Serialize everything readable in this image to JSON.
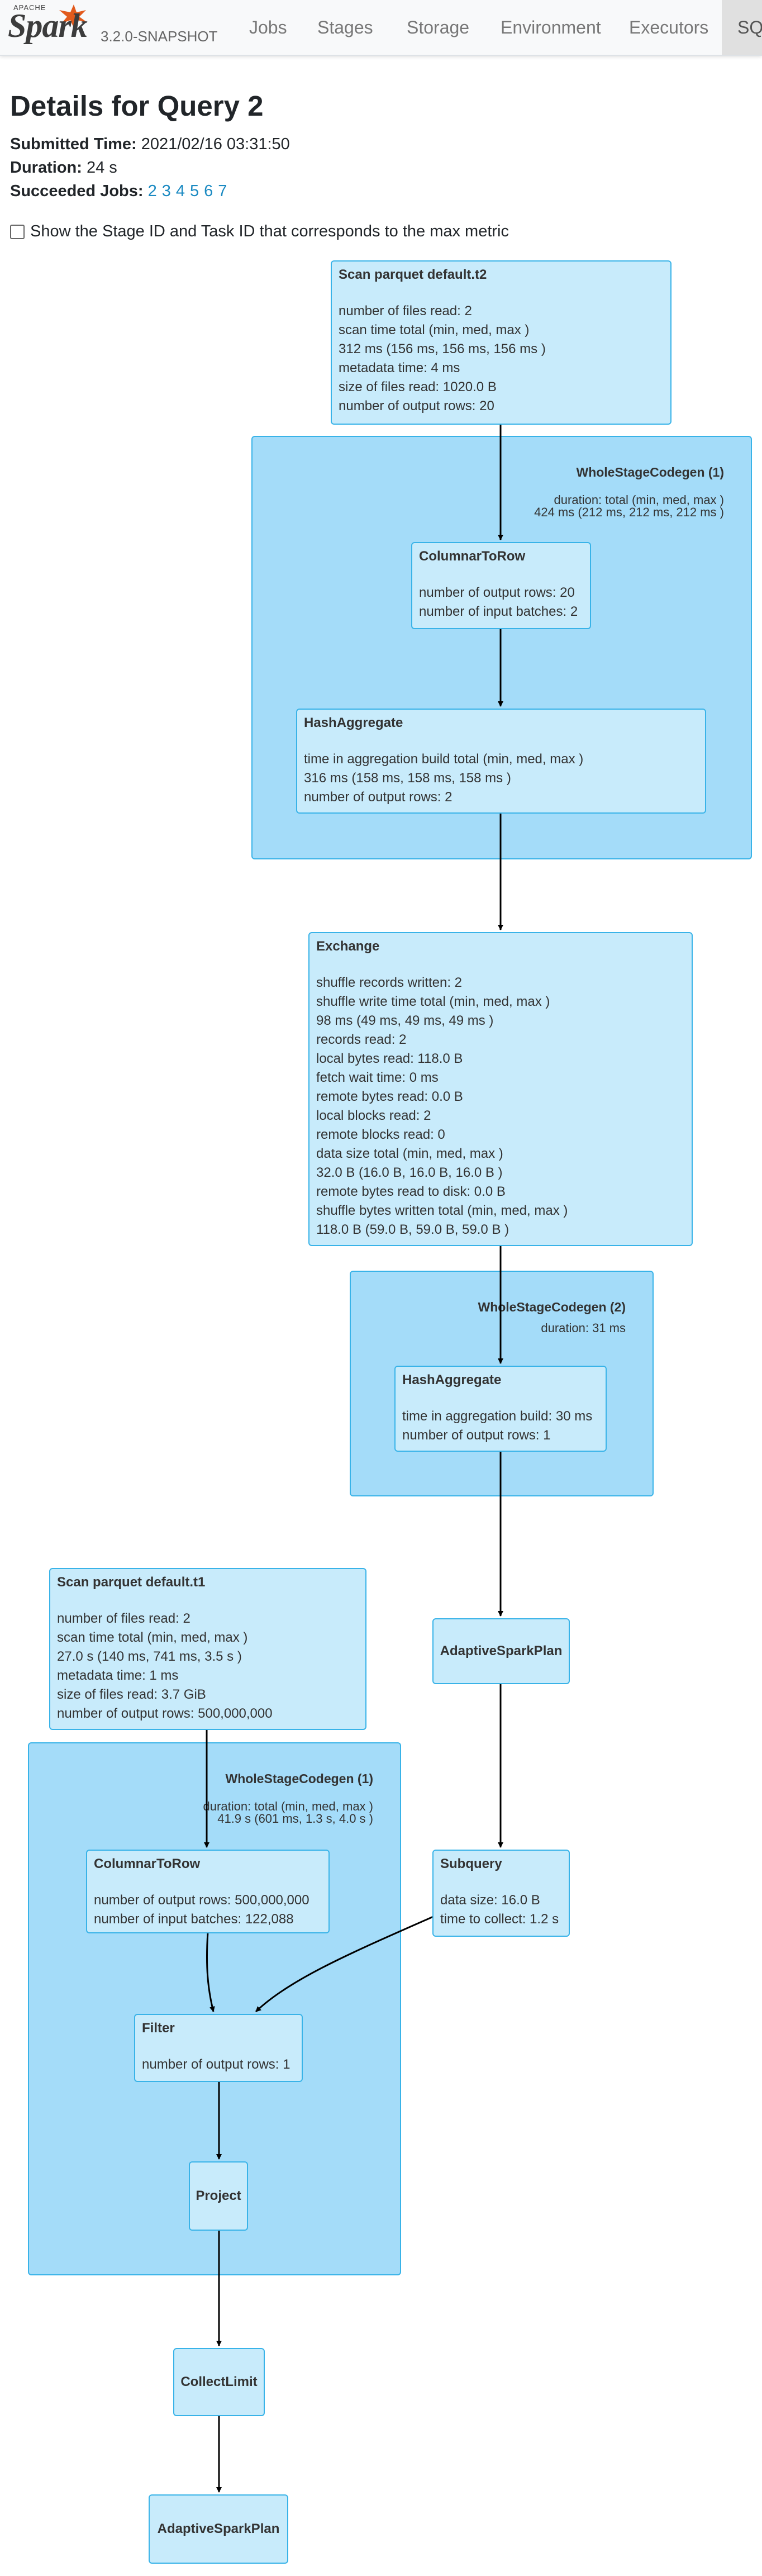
{
  "brand": {
    "apache": "APACHE",
    "name": "Spark",
    "version": "3.2.0-SNAPSHOT"
  },
  "nav": {
    "tabs": [
      "Jobs",
      "Stages",
      "Storage",
      "Environment",
      "Executors",
      "SQ"
    ]
  },
  "page": {
    "title": "Details for Query 2",
    "submitted_label": "Submitted Time:",
    "submitted_value": "2021/02/16 03:31:50",
    "duration_label": "Duration:",
    "duration_value": "24 s",
    "jobs_label": "Succeeded Jobs:",
    "jobs": [
      "2",
      "3",
      "4",
      "5",
      "6",
      "7"
    ],
    "checkbox_label": "Show the Stage ID and Task ID that corresponds to the max metric"
  },
  "clusters": [
    {
      "title": "WholeStageCodegen (1)",
      "metric": [
        "duration: total (min, med, max )",
        "424 ms (212 ms, 212 ms, 212 ms )"
      ]
    },
    {
      "title": "WholeStageCodegen (2)",
      "metric": [
        "duration: 31 ms"
      ]
    },
    {
      "title": "WholeStageCodegen (1)",
      "metric": [
        "duration: total (min, med, max )",
        "41.9 s (601 ms, 1.3 s, 4.0 s )"
      ]
    }
  ],
  "nodes": {
    "scan_t2": {
      "title": "Scan parquet default.t2",
      "lines": [
        "number of files read: 2",
        "scan time total (min, med, max )",
        "312 ms (156 ms, 156 ms, 156 ms )",
        "metadata time: 4 ms",
        "size of files read: 1020.0 B",
        "number of output rows: 20"
      ]
    },
    "c2r_1": {
      "title": "ColumnarToRow",
      "lines": [
        "number of output rows: 20",
        "number of input batches: 2"
      ]
    },
    "hashagg_1": {
      "title": "HashAggregate",
      "lines": [
        "time in aggregation build total (min, med, max )",
        "316 ms (158 ms, 158 ms, 158 ms )",
        "number of output rows: 2"
      ]
    },
    "exchange": {
      "title": "Exchange",
      "lines": [
        "shuffle records written: 2",
        "shuffle write time total (min, med, max )",
        "98 ms (49 ms, 49 ms, 49 ms )",
        "records read: 2",
        "local bytes read: 118.0 B",
        "fetch wait time: 0 ms",
        "remote bytes read: 0.0 B",
        "local blocks read: 2",
        "remote blocks read: 0",
        "data size total (min, med, max )",
        "32.0 B (16.0 B, 16.0 B, 16.0 B )",
        "remote bytes read to disk: 0.0 B",
        "shuffle bytes written total (min, med, max )",
        "118.0 B (59.0 B, 59.0 B, 59.0 B )"
      ]
    },
    "hashagg_2": {
      "title": "HashAggregate",
      "lines": [
        "time in aggregation build: 30 ms",
        "number of output rows: 1"
      ]
    },
    "asp_1": {
      "title": "AdaptiveSparkPlan"
    },
    "scan_t1": {
      "title": "Scan parquet default.t1",
      "lines": [
        "number of files read: 2",
        "scan time total (min, med, max )",
        "27.0 s (140 ms, 741 ms, 3.5 s )",
        "metadata time: 1 ms",
        "size of files read: 3.7 GiB",
        "number of output rows: 500,000,000"
      ]
    },
    "c2r_2": {
      "title": "ColumnarToRow",
      "lines": [
        "number of output rows: 500,000,000",
        "number of input batches: 122,088"
      ]
    },
    "subquery": {
      "title": "Subquery",
      "lines": [
        "data size: 16.0 B",
        "time to collect: 1.2 s"
      ]
    },
    "filter": {
      "title": "Filter",
      "lines": [
        "number of output rows: 1"
      ]
    },
    "project": {
      "title": "Project"
    },
    "collectlimit": {
      "title": "CollectLimit"
    },
    "asp_2": {
      "title": "AdaptiveSparkPlan"
    }
  }
}
